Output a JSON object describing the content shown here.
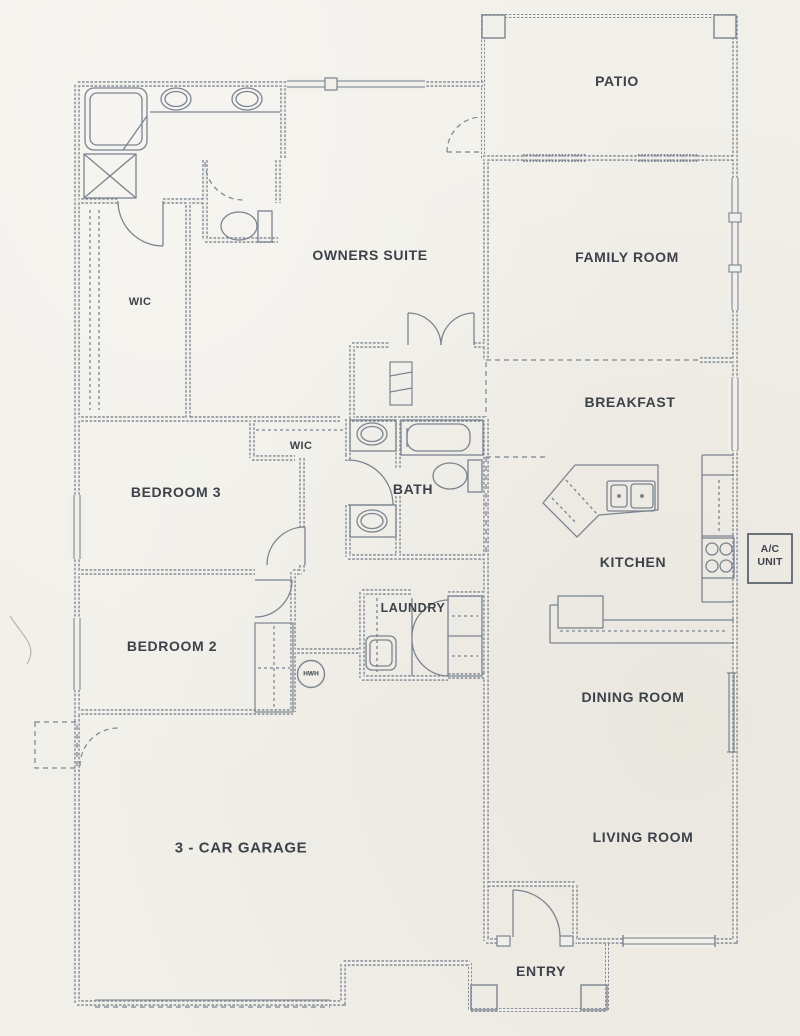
{
  "labels": {
    "patio": "PATIO",
    "family_room": "FAMILY ROOM",
    "owners_suite": "OWNERS SUITE",
    "wic_master": "WIC",
    "breakfast": "BREAKFAST",
    "bedroom_3": "BEDROOM 3",
    "wic_hall": "WIC",
    "bath": "BATH",
    "kitchen": "KITCHEN",
    "ac_line1": "A/C",
    "ac_line2": "UNIT",
    "laundry": "LAUNDRY",
    "bedroom_2": "BEDROOM 2",
    "hwh": "HWH",
    "dining_room": "DINING ROOM",
    "garage": "3 - CAR GARAGE",
    "living_room": "LIVING ROOM",
    "entry": "ENTRY"
  },
  "colors": {
    "paper": "#f1efe9",
    "wall_line": "#7b8490",
    "text": "#3d424a"
  }
}
